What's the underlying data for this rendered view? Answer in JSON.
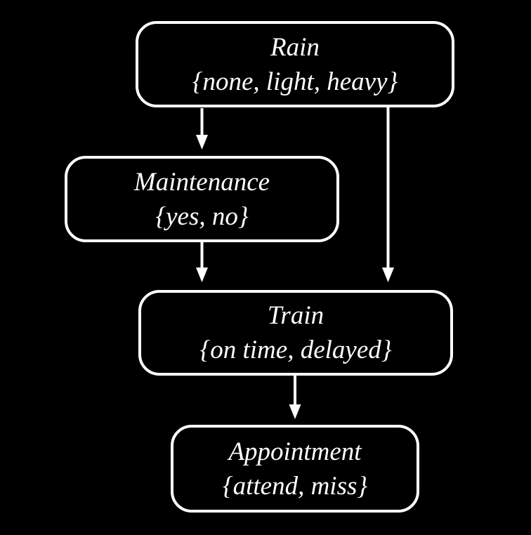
{
  "diagram": {
    "type": "bayesian-network",
    "nodes": {
      "rain": {
        "label": "Rain",
        "values": "{none, light, heavy}"
      },
      "maintenance": {
        "label": "Maintenance",
        "values": "{yes, no}"
      },
      "train": {
        "label": "Train",
        "values": "{on time, delayed}"
      },
      "appointment": {
        "label": "Appointment",
        "values": "{attend, miss}"
      }
    },
    "edges": [
      {
        "from": "rain",
        "to": "maintenance"
      },
      {
        "from": "rain",
        "to": "train"
      },
      {
        "from": "maintenance",
        "to": "train"
      },
      {
        "from": "train",
        "to": "appointment"
      }
    ],
    "colors": {
      "background": "#000000",
      "node_border": "#ffffff",
      "text": "#ffffff",
      "arrow": "#ffffff"
    }
  }
}
